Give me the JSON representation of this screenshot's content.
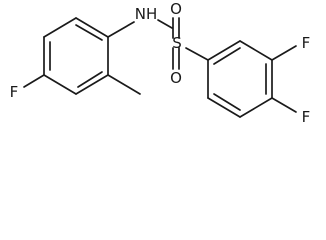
{
  "molecule": {
    "atoms": {
      "nh": "NH",
      "s": "S",
      "o_top": "O",
      "o_bottom": "O",
      "f_left": "F",
      "f_right_top": "F",
      "f_right_bottom": "F"
    }
  }
}
